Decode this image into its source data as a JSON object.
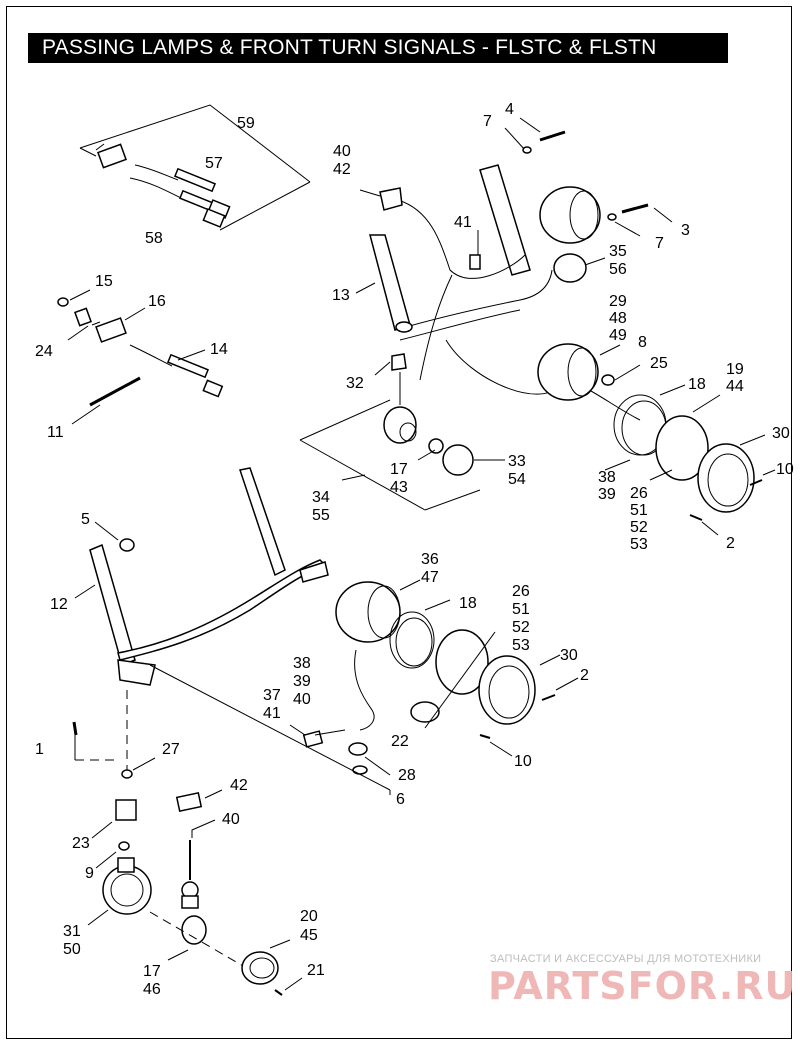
{
  "title": "PASSING LAMPS & FRONT TURN SIGNALS - FLSTC & FLSTN",
  "callouts": [
    {
      "id": "c59",
      "text": "59"
    },
    {
      "id": "c57",
      "text": "57"
    },
    {
      "id": "c58",
      "text": "58"
    },
    {
      "id": "c15",
      "text": "15"
    },
    {
      "id": "c16",
      "text": "16"
    },
    {
      "id": "c24",
      "text": "24"
    },
    {
      "id": "c14",
      "text": "14"
    },
    {
      "id": "c11",
      "text": "11"
    },
    {
      "id": "c40a",
      "text": "40"
    },
    {
      "id": "c42a",
      "text": "42"
    },
    {
      "id": "c4",
      "text": "4"
    },
    {
      "id": "c7a",
      "text": "7"
    },
    {
      "id": "c41a",
      "text": "41"
    },
    {
      "id": "c3",
      "text": "3"
    },
    {
      "id": "c7b",
      "text": "7"
    },
    {
      "id": "c35",
      "text": "35"
    },
    {
      "id": "c56",
      "text": "56"
    },
    {
      "id": "c13",
      "text": "13"
    },
    {
      "id": "c29",
      "text": "29"
    },
    {
      "id": "c48",
      "text": "48"
    },
    {
      "id": "c49",
      "text": "49"
    },
    {
      "id": "c8",
      "text": "8"
    },
    {
      "id": "c25",
      "text": "25"
    },
    {
      "id": "c19",
      "text": "19"
    },
    {
      "id": "c44",
      "text": "44"
    },
    {
      "id": "c18a",
      "text": "18"
    },
    {
      "id": "c32",
      "text": "32"
    },
    {
      "id": "c30a",
      "text": "30"
    },
    {
      "id": "c10a",
      "text": "10"
    },
    {
      "id": "c17a",
      "text": "17"
    },
    {
      "id": "c43",
      "text": "43"
    },
    {
      "id": "c33",
      "text": "33"
    },
    {
      "id": "c54",
      "text": "54"
    },
    {
      "id": "c38a",
      "text": "38"
    },
    {
      "id": "c39a",
      "text": "39"
    },
    {
      "id": "c26a",
      "text": "26"
    },
    {
      "id": "c51a",
      "text": "51"
    },
    {
      "id": "c52a",
      "text": "52"
    },
    {
      "id": "c53a",
      "text": "53"
    },
    {
      "id": "c2a",
      "text": "2"
    },
    {
      "id": "c34",
      "text": "34"
    },
    {
      "id": "c55",
      "text": "55"
    },
    {
      "id": "c5",
      "text": "5"
    },
    {
      "id": "c12",
      "text": "12"
    },
    {
      "id": "c36",
      "text": "36"
    },
    {
      "id": "c47",
      "text": "47"
    },
    {
      "id": "c18b",
      "text": "18"
    },
    {
      "id": "c26b",
      "text": "26"
    },
    {
      "id": "c51b",
      "text": "51"
    },
    {
      "id": "c52b",
      "text": "52"
    },
    {
      "id": "c53b",
      "text": "53"
    },
    {
      "id": "c30b",
      "text": "30"
    },
    {
      "id": "c2b",
      "text": "2"
    },
    {
      "id": "c38b",
      "text": "38"
    },
    {
      "id": "c39b",
      "text": "39"
    },
    {
      "id": "c40b",
      "text": "40"
    },
    {
      "id": "c37",
      "text": "37"
    },
    {
      "id": "c41b",
      "text": "41"
    },
    {
      "id": "c22",
      "text": "22"
    },
    {
      "id": "c10b",
      "text": "10"
    },
    {
      "id": "c1",
      "text": "1"
    },
    {
      "id": "c27",
      "text": "27"
    },
    {
      "id": "c28",
      "text": "28"
    },
    {
      "id": "c6",
      "text": "6"
    },
    {
      "id": "c42b",
      "text": "42"
    },
    {
      "id": "c40c",
      "text": "40"
    },
    {
      "id": "c23",
      "text": "23"
    },
    {
      "id": "c9",
      "text": "9"
    },
    {
      "id": "c31",
      "text": "31"
    },
    {
      "id": "c50",
      "text": "50"
    },
    {
      "id": "c20",
      "text": "20"
    },
    {
      "id": "c45",
      "text": "45"
    },
    {
      "id": "c21",
      "text": "21"
    },
    {
      "id": "c17b",
      "text": "17"
    },
    {
      "id": "c46",
      "text": "46"
    }
  ],
  "watermark": {
    "tagline": "ЗАПЧАСТИ И АКСЕССУАРЫ ДЛЯ МОТОТЕХНИКИ",
    "logo": "PARTSFOR.RU",
    "logo_color": "#f0b7b7"
  }
}
